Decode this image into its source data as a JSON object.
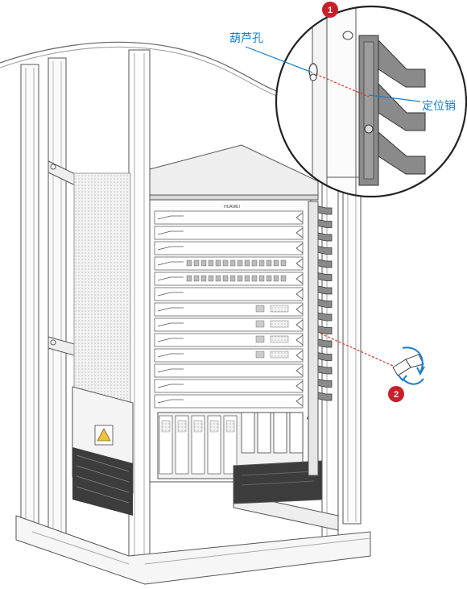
{
  "diagram": {
    "labels": {
      "gourd_hole": "葫芦孔",
      "locating_pin": "定位销",
      "device_brand": "HUAWEI"
    },
    "steps": [
      "1",
      "2"
    ],
    "colors": {
      "callout_blue": "#1a7ec8",
      "step_red": "#c8202a",
      "leader_red": "#e0302a",
      "rack_stroke": "#555555",
      "dark_panel": "#3c3c3c",
      "bracket_gray": "#8a8a8a"
    }
  }
}
